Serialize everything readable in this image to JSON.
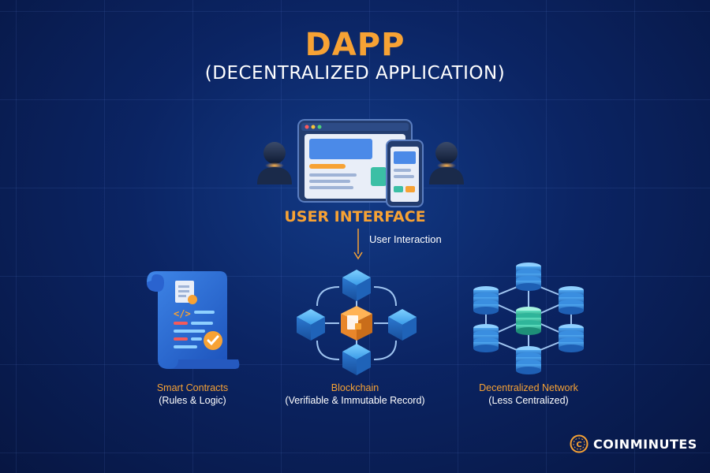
{
  "header": {
    "title": "DAPP",
    "subtitle": "(DECENTRALIZED APPLICATION)"
  },
  "user_interface": {
    "label": "USER INTERFACE",
    "interaction_label": "User Interaction"
  },
  "components": [
    {
      "title": "Smart Contracts",
      "subtitle": "(Rules & Logic)",
      "icon": "smart-contract-scroll-icon"
    },
    {
      "title": "Blockchain",
      "subtitle": "(Verifiable & Immutable Record)",
      "icon": "blockchain-cubes-icon"
    },
    {
      "title": "Decentralized Network",
      "subtitle": "(Less Centralized)",
      "icon": "server-network-icon"
    }
  ],
  "brand": {
    "name": "COINMINUTES",
    "logo_letter": "C"
  },
  "colors": {
    "accent": "#f7a234",
    "background": "#0b2463",
    "node_blue": "#2f8fe0",
    "node_green": "#2fb59a"
  }
}
